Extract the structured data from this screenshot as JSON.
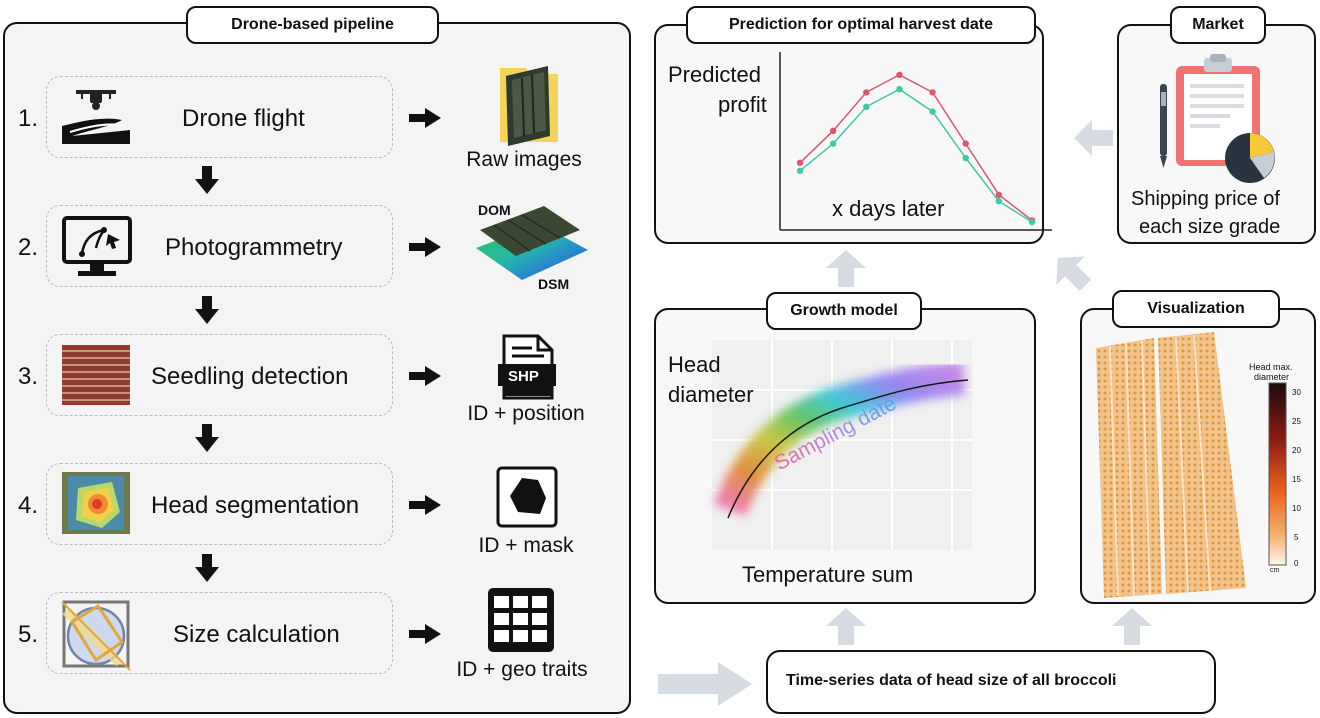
{
  "pipeline": {
    "title": "Drone-based pipeline",
    "steps": [
      {
        "num": "1.",
        "label": "Drone flight",
        "output": "Raw images"
      },
      {
        "num": "2.",
        "label": "Photogrammetry",
        "output": ""
      },
      {
        "num": "3.",
        "label": "Seedling detection",
        "output": "ID + position"
      },
      {
        "num": "4.",
        "label": "Head segmentation",
        "output": "ID + mask"
      },
      {
        "num": "5.",
        "label": "Size calculation",
        "output": "ID + geo traits"
      }
    ],
    "dom_label": "DOM",
    "dsm_label": "DSM",
    "shp_label": "SHP"
  },
  "prediction": {
    "title": "Prediction for optimal harvest date",
    "ylabel_line1": "Predicted",
    "ylabel_line2": "profit",
    "xlabel": "x days later",
    "colors": {
      "red": "#e0566e",
      "green": "#3fc9a4"
    }
  },
  "chart_data": {
    "type": "line",
    "x": [
      1,
      2,
      3,
      4,
      5,
      6,
      7,
      8
    ],
    "series": [
      {
        "values": [
          0.42,
          0.62,
          0.86,
          0.97,
          0.86,
          0.54,
          0.22,
          0.06
        ]
      },
      {
        "values": [
          0.37,
          0.54,
          0.77,
          0.88,
          0.74,
          0.45,
          0.18,
          0.05
        ]
      }
    ],
    "xlabel": "x days later",
    "ylabel": "Predicted profit",
    "ylim": [
      0,
      1.1
    ]
  },
  "market": {
    "title": "Market",
    "caption_line1": "Shipping price of",
    "caption_line2": "each size grade"
  },
  "growth": {
    "title": "Growth model",
    "ylabel_line1": "Head",
    "ylabel_line2": "diameter",
    "xlabel": "Temperature sum",
    "annotation": "Sampling date"
  },
  "visualization": {
    "title": "Visualization",
    "legend_title_line1": "Head max.",
    "legend_title_line2": "diameter",
    "ticks": [
      "30",
      "25",
      "20",
      "15",
      "10",
      "5",
      "0"
    ],
    "unit": "cm"
  },
  "timeseries": {
    "label": "Time-series data of head size of all broccoli"
  }
}
